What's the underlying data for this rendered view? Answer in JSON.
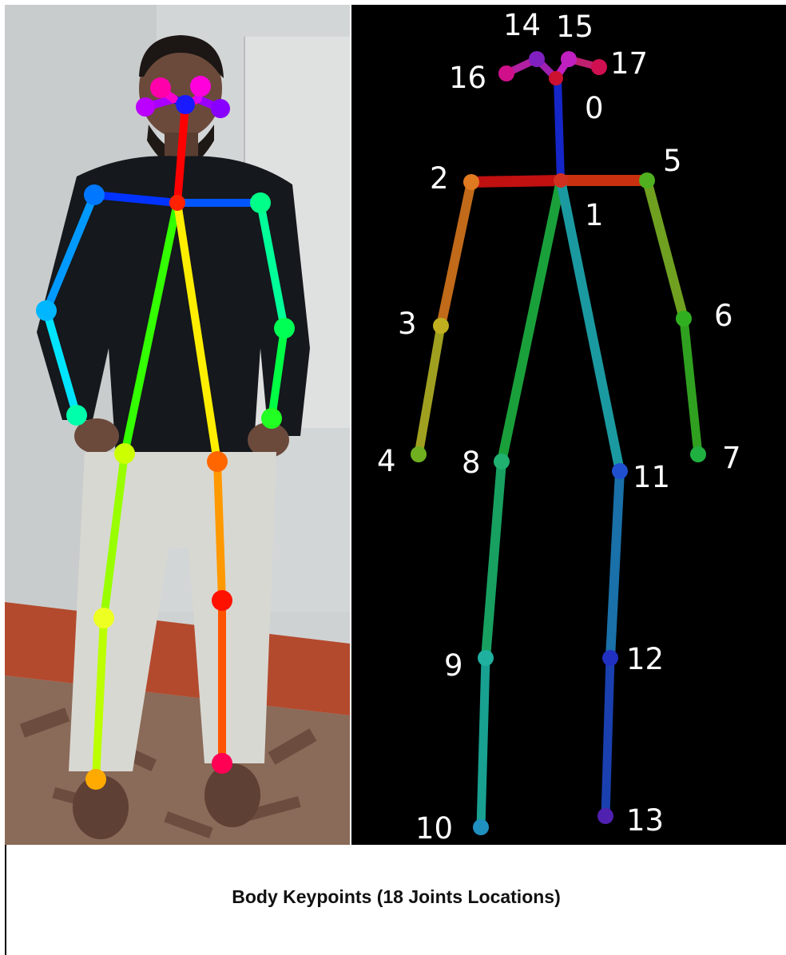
{
  "caption": "Body Keypoints (18 Joints Locations)",
  "keypoint_labels": [
    "0",
    "1",
    "2",
    "3",
    "4",
    "5",
    "6",
    "7",
    "8",
    "9",
    "10",
    "11",
    "12",
    "13",
    "14",
    "15",
    "16",
    "17"
  ],
  "colors": {
    "photo_background": "#cfd2d2",
    "skeleton_background": "#000000",
    "label_text": "#ffffff"
  }
}
